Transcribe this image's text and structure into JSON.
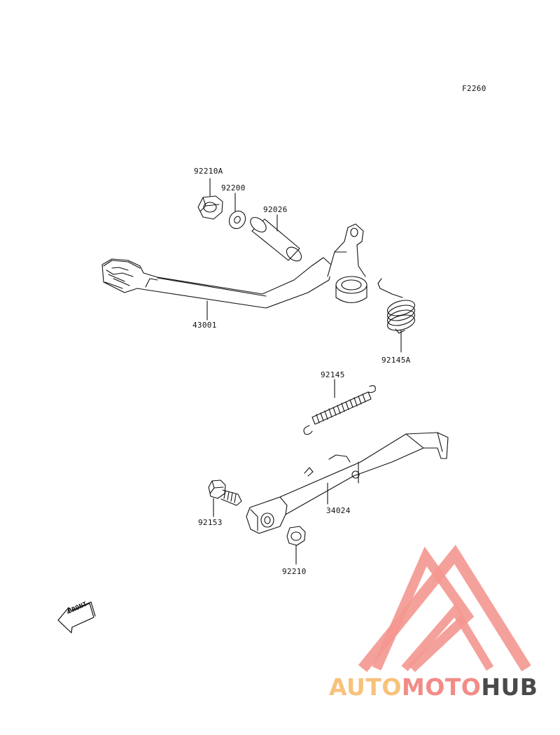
{
  "diagram": {
    "figure_code": "F2260",
    "part_labels": {
      "p92210A": "92210A",
      "p92200": "92200",
      "p92026": "92026",
      "p43001": "43001",
      "p92145A": "92145A",
      "p92145": "92145",
      "p92153": "92153",
      "p34024": "34024",
      "p92210": "92210"
    },
    "front_marker": "FRONT"
  },
  "watermark": {
    "part1": "AUTO",
    "part2": "MOTO",
    "part3": "HUB",
    "colors": {
      "auto": "#f7c27a",
      "moto": "#f28b87",
      "hub": "#4a4a4a",
      "triangle": "#f49790"
    }
  }
}
